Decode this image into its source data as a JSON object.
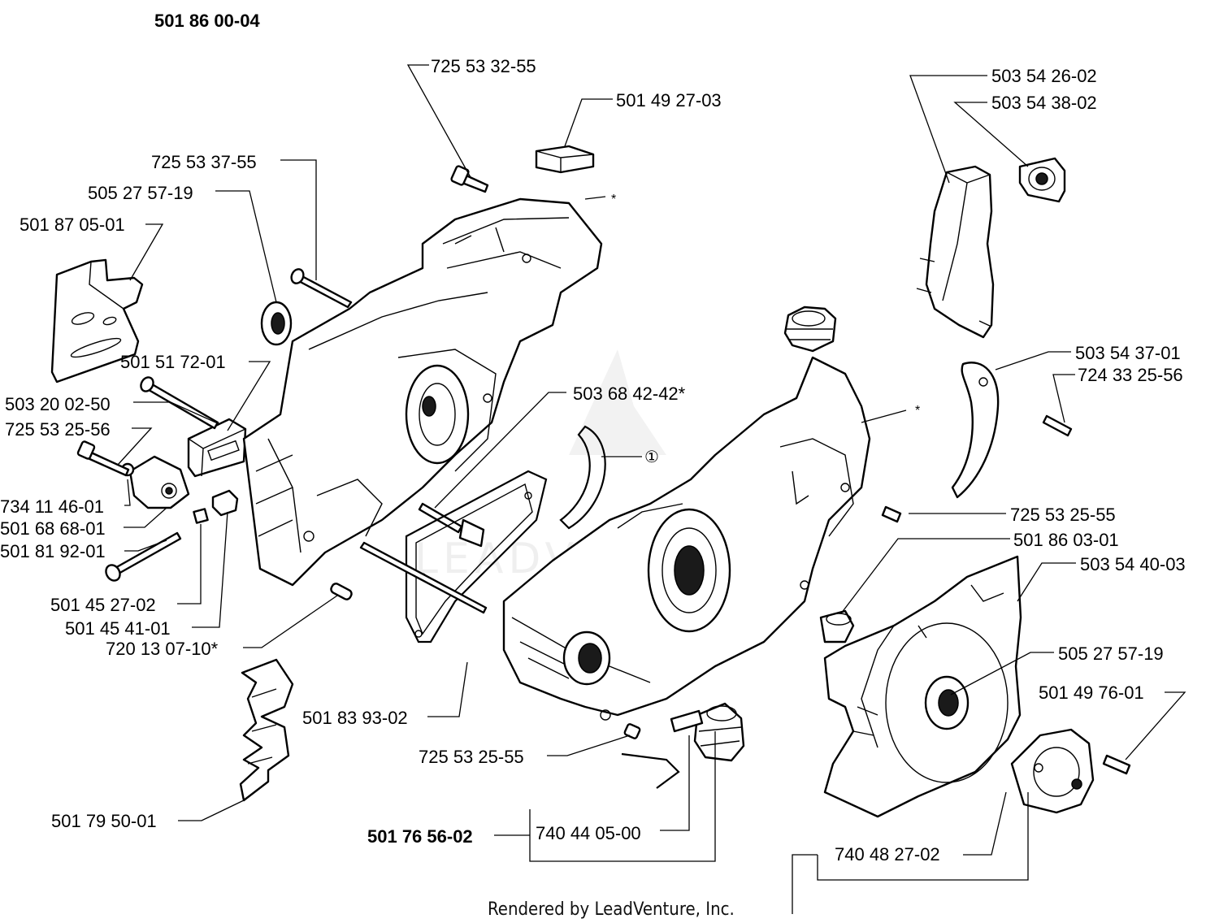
{
  "diagram_title": "501 86 00-04",
  "assembly_label": "501 76 56-02",
  "circle_marker": "①",
  "asterisk_marker": "*",
  "watermark_text": "LEADVENTURE",
  "footer": "Rendered by LeadVenture, Inc.",
  "labels": [
    "725 53 32-55",
    "501 49 27-03",
    "725 53 37-55",
    "505 27 57-19",
    "501 87 05-01",
    "501 51 72-01",
    "503 20 02-50",
    "725 53 25-56",
    "734 11 46-01",
    "501 68 68-01",
    "501 81 92-01",
    "501 45 27-02",
    "501 45 41-01",
    "720 13 07-10*",
    "501 79 50-01",
    "503 68 42-42*",
    "501 83 93-02",
    "725 53 25-55",
    "740 44 05-00",
    "503 54 26-02",
    "503 54 38-02",
    "503 54 37-01",
    "724 33 25-56",
    "725 53 25-55",
    "501 86 03-01",
    "503 54 40-03",
    "505 27 57-19",
    "501 49 76-01",
    "740 48 27-02"
  ]
}
